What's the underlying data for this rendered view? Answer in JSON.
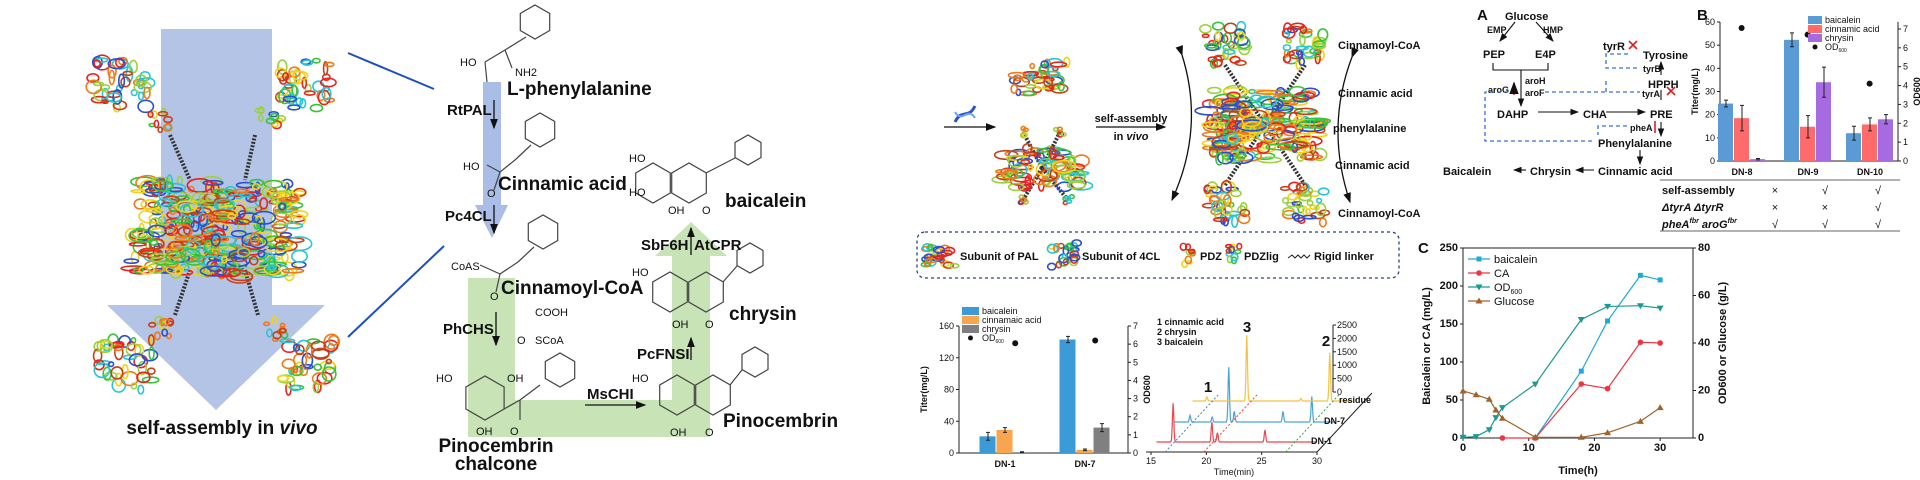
{
  "panel_left": {
    "caption_main": "self-assembly in ",
    "caption_italic": "vivo"
  },
  "pathway": {
    "compounds": [
      "L-phenylalanine",
      "Cinnamic acid",
      "Cinnamoyl-CoA",
      "Pinocembrin",
      "chalcone",
      "Pinocembrin",
      "chrysin",
      "baicalein"
    ],
    "enzymes": [
      "RtPAL",
      "Pc4CL",
      "PhCHS",
      "MsCHI",
      "PcFNSI",
      "SbF6H",
      "AtCPR"
    ],
    "groups": {
      "ho": "HO",
      "nh2": "NH2",
      "oh": "OH",
      "o": "O",
      "coas": "CoAS",
      "cooh": "COOH",
      "scoa": "SCoA"
    }
  },
  "assembly": {
    "arrow_top": "self-assembly",
    "arrow_bottom_prefix": "in ",
    "arrow_bottom_italic": "vivo",
    "substrates": [
      "Cinnamoyl-CoA",
      "Cinnamic acid",
      "phenylalanine",
      "Cinnamic acid",
      "Cinnamoyl-CoA"
    ],
    "legend": [
      "Subunit of PAL",
      "Subunit of 4CL",
      "PDZ",
      "PDZlig",
      "Rigid linker"
    ]
  },
  "panel_A": {
    "label": "A",
    "nodes": {
      "glucose": "Glucose",
      "emp": "EMP",
      "hmp": "HMP",
      "pep": "PEP",
      "e4p": "E4P",
      "dahp": "DAHP",
      "cha": "CHA",
      "pre": "PRE",
      "hpph": "HPPH",
      "tyrosine": "Tyrosine",
      "phenylalanine": "Phenylalanine",
      "cinnamic": "Cinnamic acid",
      "chrysin": "Chrysin",
      "baicalein": "Baicalein"
    },
    "genes": {
      "aroG": "aroG",
      "aroH": "aroH",
      "aroF": "aroF",
      "tyrR": "tyrR",
      "tyrB": "tyrB",
      "tyrA": "tyrA",
      "pheA": "pheA"
    },
    "colors": {
      "dashed": "#3a6fd8",
      "up": "#e02020",
      "knockout": "#e02020"
    }
  },
  "panel_B": {
    "label": "B",
    "table": {
      "rows": [
        {
          "label": "self-assembly",
          "marks": [
            "×",
            "√",
            "√"
          ]
        },
        {
          "label": "ΔtyrA ΔtyrR",
          "marks": [
            "×",
            "×",
            "√"
          ]
        },
        {
          "label": "pheA",
          "sup1": "fbr",
          "label2": " aroG",
          "sup2": "fbr",
          "marks": [
            "√",
            "√",
            "√"
          ]
        }
      ]
    }
  },
  "panel_C": {
    "label": "C"
  },
  "chart_data": [
    {
      "id": "bar-DN1-DN7",
      "type": "bar",
      "categories": [
        "DN-1",
        "DN-7"
      ],
      "series": [
        {
          "name": "baicalein",
          "color": "#3c9ad6",
          "values": [
            21,
            143
          ],
          "errors": [
            5,
            4
          ]
        },
        {
          "name": "cinnamaic acid",
          "color": "#f7a64f",
          "values": [
            29,
            4
          ],
          "errors": [
            3,
            1
          ]
        },
        {
          "name": "chrysin",
          "color": "#808080",
          "values": [
            1,
            32
          ],
          "errors": [
            0.5,
            5
          ]
        }
      ],
      "secondary": {
        "name": "OD600",
        "values": [
          6.05,
          6.2
        ],
        "errors": [
          0.15,
          0.1
        ]
      },
      "ylabel": "Titer(mg/L)",
      "y2label": "OD600",
      "ylim": [
        0,
        160
      ],
      "y2lim": [
        0,
        7
      ],
      "yticks": [
        0,
        40,
        80,
        120,
        160
      ],
      "y2ticks": [
        0,
        1,
        2,
        3,
        4,
        5,
        6,
        7
      ],
      "legend": "top-left"
    },
    {
      "id": "hplc",
      "type": "line",
      "title_items": [
        "1 cinnamic acid",
        "2 chrysin",
        "3 baicalein"
      ],
      "xlabel": "Time(min)",
      "xlim": [
        15,
        30
      ],
      "xticks": [
        15,
        20,
        25,
        30
      ],
      "zticks": [
        0,
        500,
        1000,
        1500,
        2000,
        2500
      ],
      "peak_labels": [
        {
          "label": "1",
          "time": 17
        },
        {
          "label": "3",
          "time": 20.5
        },
        {
          "label": "2",
          "time": 27.9
        }
      ],
      "traces": [
        {
          "name": "DN-1",
          "color": "#e8474f",
          "peaks": [
            [
              17,
              1450
            ],
            [
              20.5,
              750
            ],
            [
              21,
              350
            ],
            [
              25.3,
              450
            ]
          ]
        },
        {
          "name": "DN-7",
          "color": "#4aa3d8",
          "peaks": [
            [
              16.9,
              250
            ],
            [
              18.9,
              180
            ],
            [
              20.4,
              2050
            ],
            [
              20.9,
              400
            ],
            [
              25.3,
              400
            ],
            [
              27.9,
              950
            ]
          ]
        },
        {
          "name": "residue",
          "color": "#f5c242",
          "peaks": [
            [
              16.8,
              150
            ],
            [
              20.4,
              2450
            ],
            [
              25.3,
              100
            ],
            [
              27.9,
              1800
            ]
          ]
        }
      ]
    },
    {
      "id": "bar-DN8-DN10",
      "type": "bar",
      "categories": [
        "DN-8",
        "DN-9",
        "DN-10"
      ],
      "series": [
        {
          "name": "baicalein",
          "color": "#5b9bd5",
          "values": [
            24.8,
            52.3,
            12
          ],
          "errors": [
            1.5,
            3,
            3
          ]
        },
        {
          "name": "cinnamic acid",
          "color": "#ff6b6b",
          "values": [
            18.5,
            14.8,
            15.8
          ],
          "errors": [
            5.5,
            4.8,
            2.8
          ]
        },
        {
          "name": "chrysin",
          "color": "#a66be0",
          "values": [
            0.8,
            34,
            18
          ],
          "errors": [
            0.3,
            6.5,
            2
          ]
        }
      ],
      "secondary": {
        "name": "OD600",
        "values": [
          7.05,
          6.7,
          4.1
        ],
        "errors": [
          0.1,
          0.15,
          0.1
        ]
      },
      "ylabel": "Titer(mg/L)",
      "y2label": "OD600",
      "ylim": [
        0,
        60
      ],
      "y2lim": [
        0,
        7.37
      ],
      "yticks": [
        0,
        10,
        20,
        30,
        40,
        50,
        60
      ],
      "y2ticks": [
        0,
        1,
        2,
        3,
        4,
        5,
        6,
        7
      ],
      "legend": "top-right"
    },
    {
      "id": "fermentation",
      "type": "line",
      "xlabel": "Time(h)",
      "ylabel": "Baicalein or CA (mg/L)",
      "y2label": "OD600 or Glucose (g/L)",
      "xlim": [
        0,
        35
      ],
      "ylim": [
        0,
        250
      ],
      "y2lim": [
        0,
        80
      ],
      "xticks": [
        0,
        10,
        20,
        30
      ],
      "yticks": [
        0,
        50,
        100,
        150,
        200,
        250
      ],
      "y2ticks": [
        0,
        20,
        40,
        60,
        80
      ],
      "legend": "top-left",
      "series": [
        {
          "name": "baicalein",
          "axis": "left",
          "color": "#1fa9d6",
          "marker": "square",
          "x": [
            11,
            18,
            22,
            27,
            30
          ],
          "y": [
            0,
            88,
            154,
            214,
            208
          ]
        },
        {
          "name": "CA",
          "axis": "left",
          "color": "#ef3340",
          "marker": "circle",
          "x": [
            6,
            11,
            18,
            22,
            27,
            30
          ],
          "y": [
            0,
            0,
            71,
            65,
            126,
            125
          ]
        },
        {
          "name": "OD600",
          "axis": "right",
          "color": "#1a9a90",
          "marker": "tri-down",
          "x": [
            0,
            2,
            4,
            5,
            6,
            11,
            18,
            22,
            27,
            30
          ],
          "y": [
            0.3,
            0.6,
            3.5,
            8.6,
            12.8,
            22.7,
            49.9,
            55.4,
            55.7,
            54.7
          ]
        },
        {
          "name": "Glucose",
          "axis": "right",
          "color": "#a0642a",
          "marker": "tri-up",
          "x": [
            0,
            2,
            4,
            5,
            6,
            11,
            18,
            22,
            27,
            30
          ],
          "y": [
            19.8,
            18.2,
            16.3,
            11.8,
            8.3,
            0.3,
            0.3,
            2.2,
            7,
            12.8
          ]
        }
      ]
    }
  ]
}
